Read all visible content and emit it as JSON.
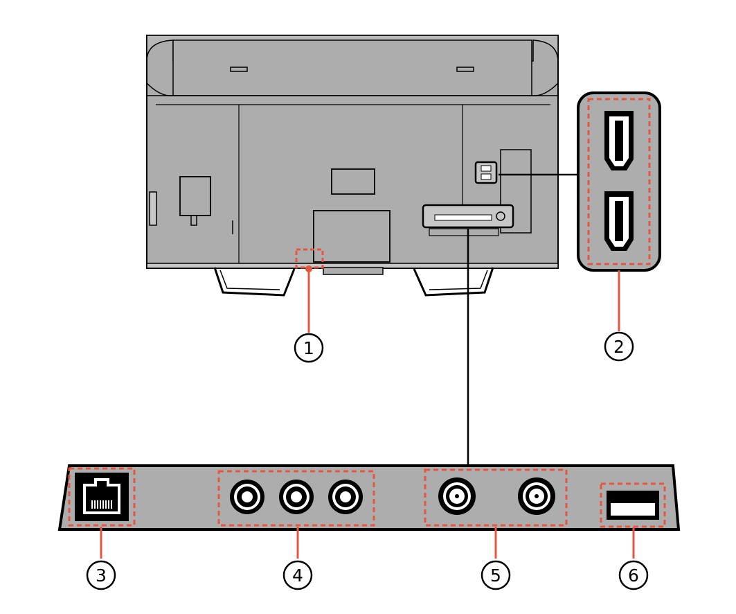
{
  "colors": {
    "panel": "#adadad",
    "panel_light": "#c7c7c7",
    "outline": "#000000",
    "highlight": "#e8553f",
    "background": "#ffffff"
  },
  "callouts": {
    "c1": "1",
    "c2": "2",
    "c3": "3",
    "c4": "4",
    "c5": "5",
    "c6": "6"
  },
  "icons": {
    "tv": "tv-rear-icon",
    "hdmi": "hdmi-port-icon",
    "lan": "ethernet-port-icon",
    "rca": "rca-jack-icon",
    "coax": "coax-port-icon",
    "usb": "usb-port-icon"
  }
}
